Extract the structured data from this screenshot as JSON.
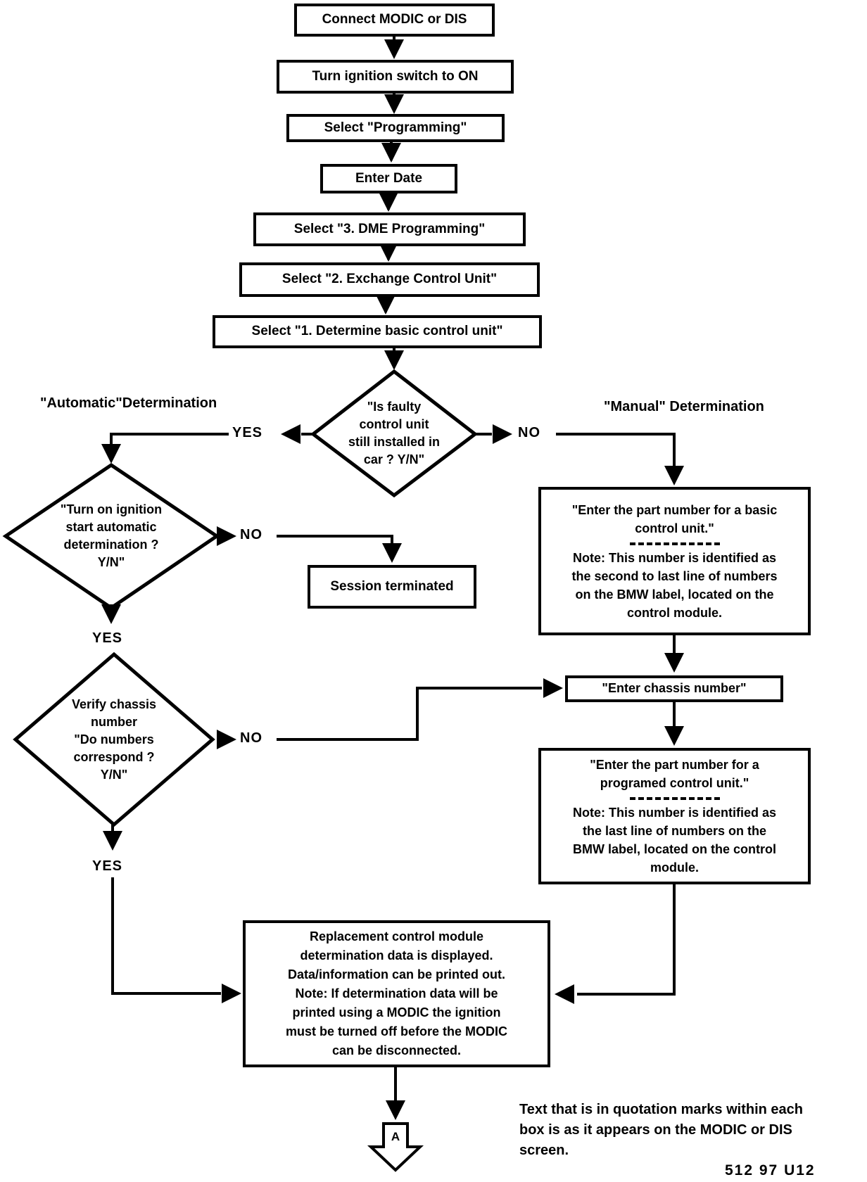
{
  "flow": {
    "steps": [
      "Connect MODIC or DIS",
      "Turn ignition switch to ON",
      "Select \"Programming\"",
      "Enter Date",
      "Select \"3. DME Programming\"",
      "Select \"2. Exchange Control Unit\"",
      "Select \"1. Determine basic control unit\""
    ],
    "decisions": {
      "faulty_installed": "\"Is faulty\ncontrol unit\nstill installed in\ncar ?  Y/N\"",
      "start_auto": "\"Turn on ignition\nstart automatic\ndetermination ?\nY/N\"",
      "verify_chassis": "Verify chassis\nnumber\n\"Do numbers\ncorrespond ?\nY/N\""
    },
    "labels": {
      "automatic": "\"Automatic\"Determination",
      "manual": "\"Manual\" Determination",
      "yes": "YES",
      "no": "NO"
    },
    "boxes": {
      "session": "Session terminated",
      "basic_quote": "\"Enter the part number for a basic\ncontrol unit.\"",
      "basic_note": "Note: This number is identified as\nthe second to last line of numbers\non the BMW label, located on the\ncontrol module.",
      "chassis": "\"Enter chassis number\"",
      "programmed_quote": "\"Enter the part number for a\nprogramed control unit.\"",
      "programmed_note": "Note: This number is identified as\nthe last line of numbers on the\nBMW label, located on the control\nmodule.",
      "result": "Replacement control module\ndetermination data is displayed.\nData/information can be printed out.\nNote: If determination data will be\nprinted using a MODIC the ignition\nmust be turned off before the MODIC\ncan be disconnected."
    },
    "connector_a": "A",
    "footer": {
      "note": "Text that is in quotation marks within each\nbox is as it appears on the MODIC or DIS\nscreen.",
      "code": "512 97 U12"
    }
  }
}
